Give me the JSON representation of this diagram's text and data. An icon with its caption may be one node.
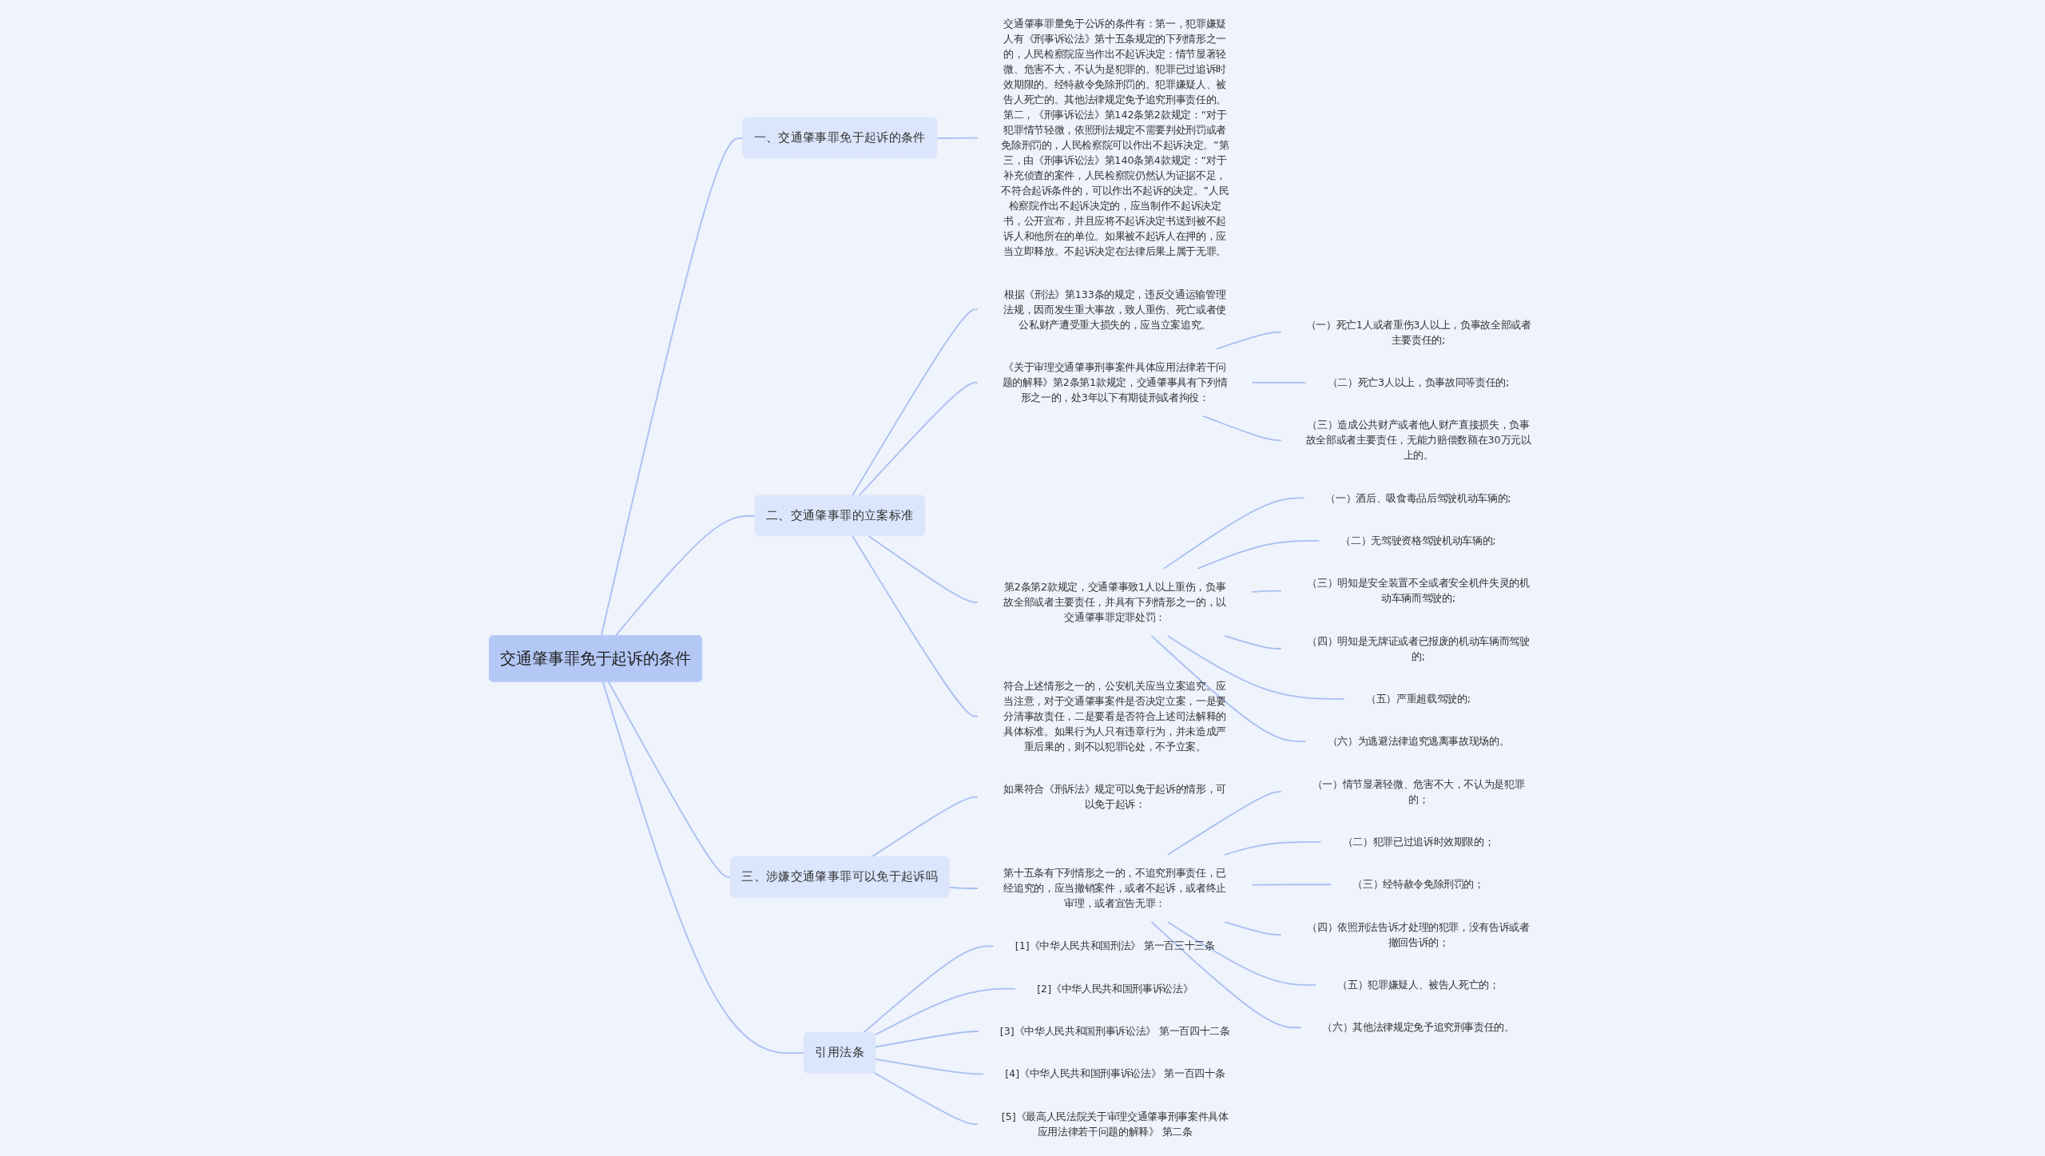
{
  "diagram": {
    "nodes": [
      {
        "text": [
          "交通肇事罪免于起诉的条件"
        ]
      },
      {
        "text": [
          "一、交通肇事罪免于起诉的条件"
        ]
      },
      {
        "text": [
          "交通肇事罪量免于公诉的条件有：第一，犯罪嫌疑人有《刑事诉讼法》第十五条规定的下列情形之一的，人民检察院应当作出不起诉决定：情节显著轻微、危害不大，不认为是犯罪的。犯罪已过追诉时效期限的。经特赦令免除刑罚的。犯罪嫌疑人、被告人死亡的。其他法律规定免予追究刑事责任的。第二，《刑事诉讼法》第142条第2款规定：“对于犯罪情节轻微，依照刑法规定不需要判处刑罚或者免除刑罚的，人民检察院可以作出不起诉决定。”第三，由《刑事诉讼法》第140条第4款规定：“对于补充侦查的案件，人民检察院仍然认为证据不足，不符合起诉条件的，可以作出不起诉的决定。”人民检察院作出不起诉决定的，应当制作不起诉决定书，公开宣布，并且应将不起诉决定书送到被不起诉人和他所在的单位。如果被不起诉人在押的，应当立即释放。不起诉决定在法律后果上属于无罪。"
        ]
      },
      {
        "text": [
          "二、交通肇事罪的立案标准"
        ]
      },
      {
        "text": [
          "根据《刑法》第133条的规定，违反交通运输管理法规，因而发生重大事故，致人重伤、死亡或者使公私财产遭受重大损失的，应当立案追究。"
        ]
      },
      {
        "text": [
          "《关于审理交通肇事刑事案件具体应用法律若干问题的解释》第2条第1款规定，交通肇事具有下列情形之一的，处3年以下有期徒刑或者拘役："
        ]
      },
      {
        "text": [
          "（一）死亡1人或者重伤3人以上，负事故全部或者主要责任的;"
        ]
      },
      {
        "text": [
          "（二）死亡3人以上，负事故同等责任的;"
        ]
      },
      {
        "text": [
          "（三）造成公共财产或者他人财产直接损失，负事故全部或者主要责任，无能力赔偿数额在30万元以上的。"
        ]
      },
      {
        "text": [
          "第2条第2款规定，交通肇事致1人以上重伤，负事故全部或者主要责任，并具有下列情形之一的，以交通肇事罪定罪处罚："
        ]
      },
      {
        "text": [
          "（一）酒后、吸食毒品后驾驶机动车辆的;"
        ]
      },
      {
        "text": [
          "（二）无驾驶资格驾驶机动车辆的;"
        ]
      },
      {
        "text": [
          "（三）明知是安全装置不全或者安全机件失灵的机动车辆而驾驶的;"
        ]
      },
      {
        "text": [
          "（四）明知是无牌证或者已报废的机动车辆而驾驶的;"
        ]
      },
      {
        "text": [
          "（五）严重超载驾驶的;"
        ]
      },
      {
        "text": [
          "（六）为逃避法律追究逃离事故现场的。"
        ]
      },
      {
        "text": [
          "符合上述情形之一的，公安机关应当立案追究。应当注意，对于交通肇事案件是否决定立案，一是要分清事故责任，二是要看是否符合上述司法解释的具体标准。如果行为人只有违章行为，并未造成严重后果的，则不以犯罪论处，不予立案。"
        ]
      },
      {
        "text": [
          "三、涉嫌交通肇事罪可以免于起诉吗"
        ]
      },
      {
        "text": [
          "如果符合《刑诉法》规定可以免于起诉的情形，可以免于起诉："
        ]
      },
      {
        "text": [
          "第十五条有下列情形之一的，不追究刑事责任，已经追究的，应当撤销案件，或者不起诉，或者终止审理，或者宣告无罪："
        ]
      },
      {
        "text": [
          "（一）情节显著轻微、危害不大，不认为是犯罪的；"
        ]
      },
      {
        "text": [
          "（二）犯罪已过追诉时效期限的；"
        ]
      },
      {
        "text": [
          "（三）经特赦令免除刑罚的；"
        ]
      },
      {
        "text": [
          "（四）依照刑法告诉才处理的犯罪，没有告诉或者撤回告诉的；"
        ]
      },
      {
        "text": [
          "（五）犯罪嫌疑人、被告人死亡的；"
        ]
      },
      {
        "text": [
          "（六）其他法律规定免予追究刑事责任的。"
        ]
      },
      {
        "text": [
          "引用法条"
        ]
      },
      {
        "text": [
          "[1]《中华人民共和国刑法》 第一百三十三条"
        ]
      },
      {
        "text": [
          "[2]《中华人民共和国刑事诉讼法》"
        ]
      },
      {
        "text": [
          "[3]《中华人民共和国刑事诉讼法》 第一百四十二条"
        ]
      },
      {
        "text": [
          "[4]《中华人民共和国刑事诉讼法》 第一百四十条"
        ]
      },
      {
        "text": [
          "[5]《最高人民法院关于审理交通肇事刑事案件具体应用法律若干问题的解释》 第二条"
        ]
      }
    ],
    "edges": [
      {
        "from": 0,
        "to": 1,
        "arrow": "none"
      },
      {
        "from": 1,
        "to": 2,
        "arrow": "none"
      },
      {
        "from": 0,
        "to": 3,
        "arrow": "none"
      },
      {
        "from": 3,
        "to": 4,
        "arrow": "none"
      },
      {
        "from": 3,
        "to": 5,
        "arrow": "none"
      },
      {
        "from": 5,
        "to": 6,
        "arrow": "none"
      },
      {
        "from": 5,
        "to": 7,
        "arrow": "none"
      },
      {
        "from": 5,
        "to": 8,
        "arrow": "none"
      },
      {
        "from": 3,
        "to": 9,
        "arrow": "none"
      },
      {
        "from": 9,
        "to": 10,
        "arrow": "none"
      },
      {
        "from": 9,
        "to": 11,
        "arrow": "none"
      },
      {
        "from": 9,
        "to": 12,
        "arrow": "none"
      },
      {
        "from": 9,
        "to": 13,
        "arrow": "none"
      },
      {
        "from": 9,
        "to": 14,
        "arrow": "none"
      },
      {
        "from": 9,
        "to": 15,
        "arrow": "none"
      },
      {
        "from": 3,
        "to": 16,
        "arrow": "none"
      },
      {
        "from": 0,
        "to": 17,
        "arrow": "none"
      },
      {
        "from": 17,
        "to": 18,
        "arrow": "none"
      },
      {
        "from": 17,
        "to": 19,
        "arrow": "none"
      },
      {
        "from": 19,
        "to": 20,
        "arrow": "none"
      },
      {
        "from": 19,
        "to": 21,
        "arrow": "none"
      },
      {
        "from": 19,
        "to": 22,
        "arrow": "none"
      },
      {
        "from": 19,
        "to": 23,
        "arrow": "none"
      },
      {
        "from": 19,
        "to": 24,
        "arrow": "none"
      },
      {
        "from": 19,
        "to": 25,
        "arrow": "none"
      },
      {
        "from": 0,
        "to": 26,
        "arrow": "none"
      },
      {
        "from": 26,
        "to": 27,
        "arrow": "none"
      },
      {
        "from": 26,
        "to": 28,
        "arrow": "none"
      },
      {
        "from": 26,
        "to": 29,
        "arrow": "none"
      },
      {
        "from": 26,
        "to": 30,
        "arrow": "none"
      },
      {
        "from": 26,
        "to": 31,
        "arrow": "none"
      }
    ]
  }
}
